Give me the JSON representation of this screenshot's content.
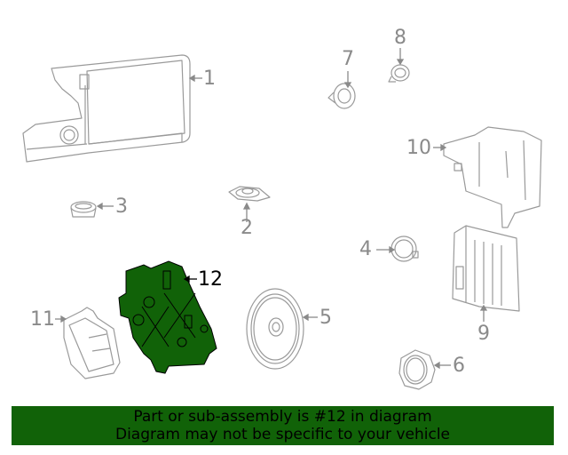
{
  "diagram": {
    "highlight_color": "#116208",
    "line_color": "#8a8a8a",
    "highlighted_part": "12",
    "callouts": [
      {
        "id": "1",
        "label": "1"
      },
      {
        "id": "2",
        "label": "2"
      },
      {
        "id": "3",
        "label": "3"
      },
      {
        "id": "4",
        "label": "4"
      },
      {
        "id": "5",
        "label": "5"
      },
      {
        "id": "6",
        "label": "6"
      },
      {
        "id": "7",
        "label": "7"
      },
      {
        "id": "8",
        "label": "8"
      },
      {
        "id": "9",
        "label": "9"
      },
      {
        "id": "10",
        "label": "10"
      },
      {
        "id": "11",
        "label": "11"
      },
      {
        "id": "12",
        "label": "12"
      }
    ]
  },
  "banner": {
    "line1": "Part or sub-assembly is #12 in diagram",
    "line2": "Diagram may not be specific to your vehicle",
    "background": "#116208"
  }
}
